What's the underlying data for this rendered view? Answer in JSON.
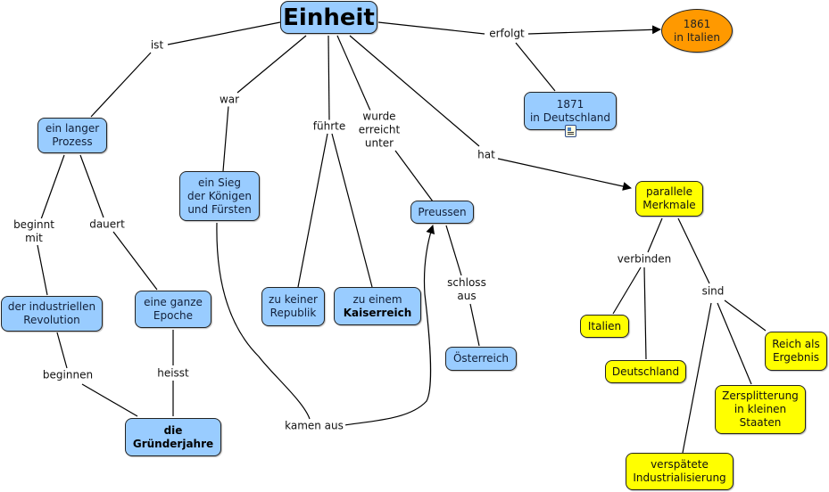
{
  "concept_map": {
    "colors": {
      "blue_node": "#99ccff",
      "yellow_node": "#ffff00",
      "orange_node": "#ff9900",
      "line": "#000000"
    },
    "nodes": {
      "einheit": [
        "Einheit"
      ],
      "italien_1861": [
        "1861",
        "in Italien"
      ],
      "deutschland_1871": [
        "1871",
        "in Deutschland"
      ],
      "langer_prozess": [
        "ein langer",
        "Prozess"
      ],
      "sieg": [
        "ein Sieg",
        "der Königen",
        "und Fürsten"
      ],
      "industrielle_revolution": [
        "der industriellen",
        "Revolution"
      ],
      "ganze_epoche": [
        "eine ganze",
        "Epoche"
      ],
      "gruenderjahre": [
        "die",
        "Gründerjahre"
      ],
      "keine_republik": [
        "zu keiner",
        "Republik"
      ],
      "kaiserreich": [
        "zu einem",
        "Kaiserreich"
      ],
      "preussen": [
        "Preussen"
      ],
      "oesterreich": [
        "Österreich"
      ],
      "parallele_merkmale": [
        "parallele",
        "Merkmale"
      ],
      "italien": [
        "Italien"
      ],
      "deutschland": [
        "Deutschland"
      ],
      "reich_ergebnis": [
        "Reich als",
        "Ergebnis"
      ],
      "zersplitterung": [
        "Zersplitterung",
        "in kleinen",
        "Staaten"
      ],
      "industrialisierung": [
        "verspätete",
        "Industrialisierung"
      ]
    },
    "link_labels": {
      "ist": [
        "ist"
      ],
      "war": [
        "war"
      ],
      "fuehrte": [
        "führte"
      ],
      "wurde_erreicht_unter": [
        "wurde",
        "erreicht",
        "unter"
      ],
      "hat": [
        "hat"
      ],
      "erfolgt": [
        "erfolgt"
      ],
      "beginnt_mit": [
        "beginnt",
        "mit"
      ],
      "dauert": [
        "dauert"
      ],
      "beginnen": [
        "beginnen"
      ],
      "heisst": [
        "heisst"
      ],
      "kamen_aus": [
        "kamen aus"
      ],
      "schloss_aus": [
        "schloss",
        "aus"
      ],
      "verbinden": [
        "verbinden"
      ],
      "sind": [
        "sind"
      ]
    },
    "resource_icon": "document-image-icon"
  }
}
